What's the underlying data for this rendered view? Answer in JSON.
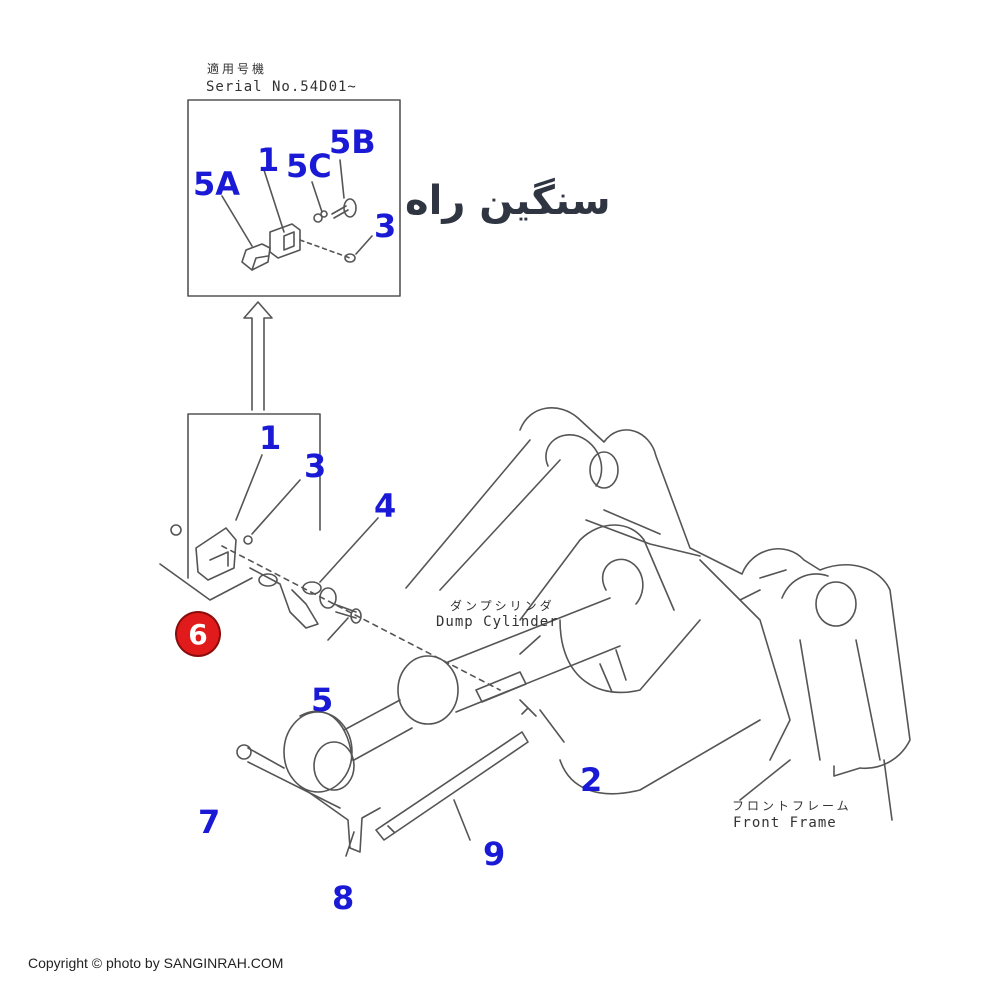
{
  "header": {
    "applicable_jp": "適用号機",
    "serial": "Serial No.54D01~"
  },
  "brand": {
    "logo_text": "سنگین راه"
  },
  "callouts": {
    "inset_5a": "5A",
    "inset_1": "1",
    "inset_5c": "5C",
    "inset_5b": "5B",
    "inset_3": "3",
    "main_1": "1",
    "main_3": "3",
    "main_4": "4",
    "main_5": "5",
    "main_6": "6",
    "main_2": "2",
    "main_7": "7",
    "main_8": "8",
    "main_9": "9"
  },
  "labels": {
    "dump_cylinder_jp": "ダンプシリンダ",
    "dump_cylinder_en": "Dump Cylinder",
    "front_frame_jp": "フロントフレーム",
    "front_frame_en": "Front Frame"
  },
  "footer": {
    "copyright": "Copyright © photo by SANGINRAH.COM"
  },
  "colors": {
    "callout": "#1a1ad6",
    "badge": "#e11b1b",
    "line": "#555555"
  }
}
